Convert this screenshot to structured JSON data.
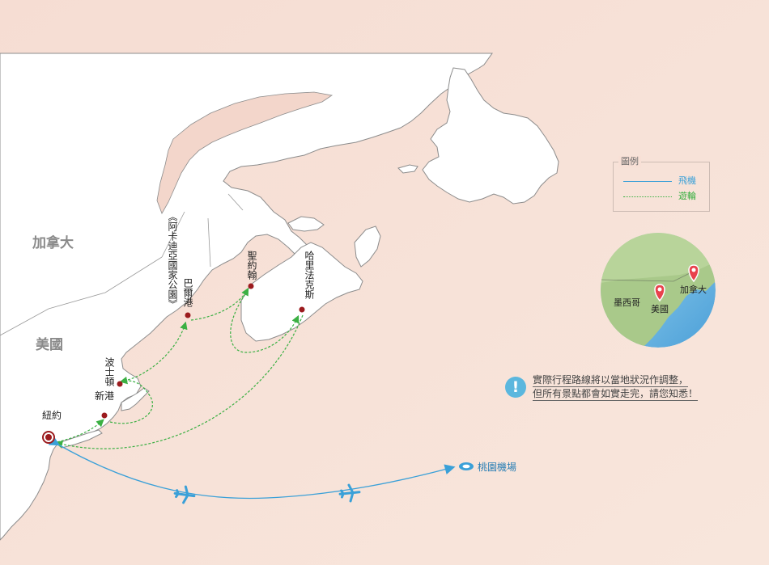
{
  "map": {
    "regions": {
      "canada": "加拿大",
      "usa": "美國"
    },
    "cities": {
      "new_york": "紐約",
      "newport": "新港",
      "boston": "波士頓",
      "bar_harbor": "巴爾港",
      "acadia": "《阿卡迪亞國家公園》",
      "saint_john": "聖約翰",
      "halifax": "哈里法克斯"
    },
    "airport": "桃園機場"
  },
  "legend": {
    "title": "圖例",
    "items": [
      {
        "label": "飛機",
        "color": "#3aa0d8",
        "style": "solid"
      },
      {
        "label": "遊輪",
        "color": "#3bb043",
        "style": "dotted"
      }
    ]
  },
  "globe": {
    "labels": {
      "canada": "加拿大",
      "usa": "美國",
      "mexico": "墨西哥"
    },
    "pin_color": "#e8424c"
  },
  "note": {
    "line1": "實際行程路線將以當地狀況作調整，",
    "line2": "但所有景點都會如實走完，請您知悉！",
    "icon": "!"
  },
  "colors": {
    "sea": "#f7e2d8",
    "land": "#ffffff",
    "coast": "#8a8a8a",
    "city_dot": "#9b1b1e"
  }
}
